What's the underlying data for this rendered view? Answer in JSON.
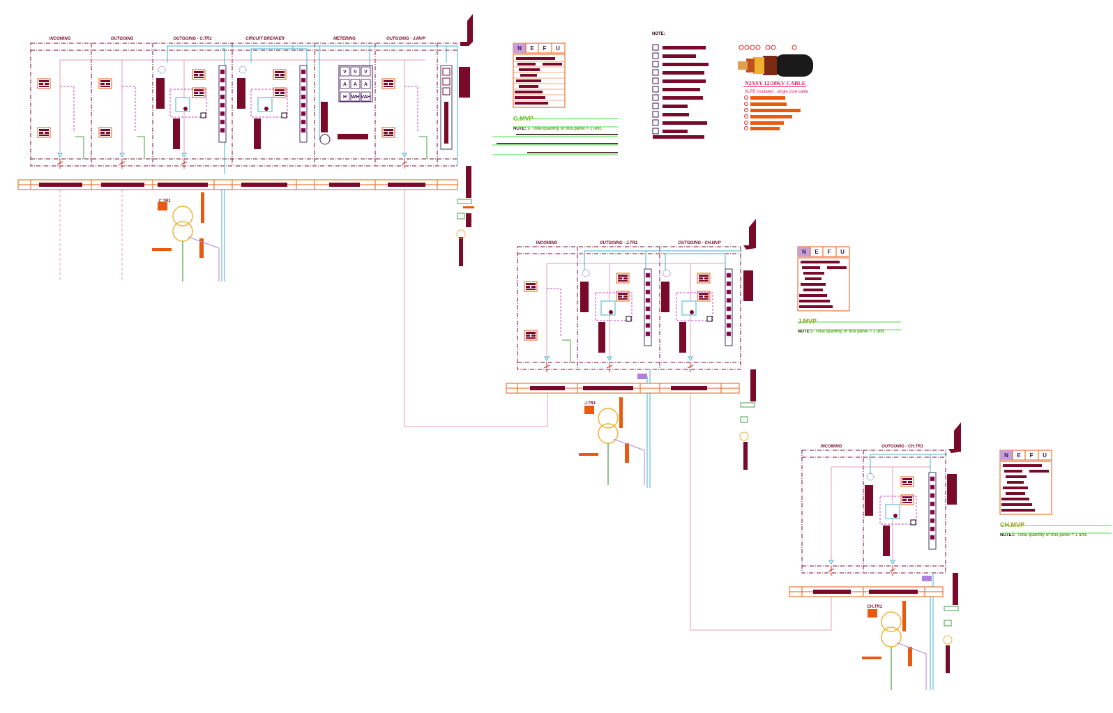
{
  "panels": {
    "cmvp": {
      "title": "C.MVP",
      "note_label": "NOTE:",
      "note_text": "1- Total quantity of this panel = 1 unit.",
      "cubicles": [
        "INCOMING",
        "OUTGOING",
        "OUTGOING - C.TR1",
        "CIRCUIT BREAKER",
        "METERING",
        "OUTGOING - J.MVP"
      ],
      "transformer_label": "C.TR1"
    },
    "jmvp": {
      "title": "J.MVP",
      "note_label": "NOTE:",
      "note_text": "1- Total quantity of this panel = 1 unit.",
      "cubicles": [
        "INCOMING",
        "OUTGOING - J.TR1",
        "OUTGOING - CH.MVP"
      ],
      "transformer_label": "J.TR1"
    },
    "chmvp": {
      "title": "CH.MVP",
      "note_label": "NOTE:",
      "note_text": "1- Total quantity of this panel = 1 unit.",
      "cubicles": [
        "INCOMING",
        "OUTGOING - CH.TR1"
      ],
      "transformer_label": "CH.TR1"
    }
  },
  "nefu": [
    "N",
    "E",
    "F",
    "U"
  ],
  "meters": {
    "row1": [
      "V",
      "V",
      "V"
    ],
    "row2": [
      "A",
      "A",
      "A"
    ],
    "row3": [
      "H",
      "WH",
      "VAH"
    ]
  },
  "general_note": "NOTE:",
  "cable": {
    "title": "N2XSY 12/20KV CABLE",
    "subtitle": "XLPE insulated , single core cable"
  },
  "colors": {
    "maroon": "#7a0a2a",
    "red": "#e02020",
    "orange": "#e85a10",
    "cyan": "#40b0d0",
    "pink": "#e89aba",
    "magenta": "#d040d0",
    "green": "#40a040",
    "lavender": "#b080e0"
  }
}
